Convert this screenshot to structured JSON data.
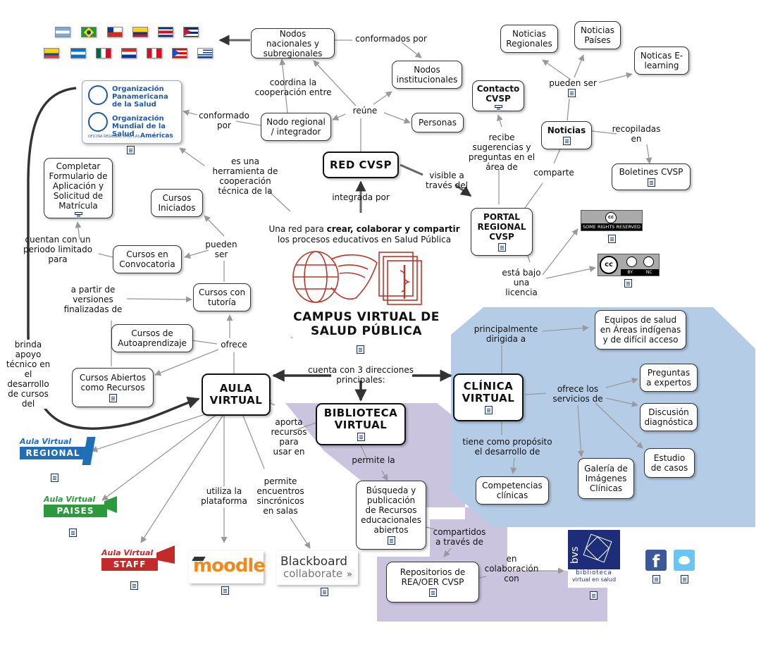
{
  "center": {
    "title_line1": "CAMPUS VIRTUAL DE",
    "title_line2": "SALUD PÚBLICA",
    "tagline_pre": "Una red para ",
    "tagline_bold": "crear, colaborar y compartir",
    "tagline_post": "los procesos educativos en Salud Pública"
  },
  "nodes": {
    "nodos_nac": "Nodos nacionales y subregionales",
    "nodos_inst": "Nodos institucionales",
    "personas": "Personas",
    "nodo_regional": "Nodo regional / integrador",
    "red": "RED CVSP",
    "noticias_reg": "Noticias Regionales",
    "noticias_paises": "Noticias Países",
    "noticias_el": "Noticas E-learning",
    "contacto": "Contacto CVSP",
    "noticias": "Noticias",
    "boletines": "Boletines CVSP",
    "portal": "PORTAL REGIONAL CVSP",
    "completar": "Completar Formulario de Aplicación y Solicitud de Matrícula",
    "cursos_ini": "Cursos Iniciados",
    "cursos_conv": "Cursos en Convocatoria",
    "cursos_tut": "Cursos con tutoría",
    "cursos_auto": "Cursos de Autoaprendizaje",
    "cursos_abiertos": "Cursos Abiertos como Recursos",
    "aula": "AULA VIRTUAL",
    "biblioteca": "BIBLIOTECA VIRTUAL",
    "clinica": "CLÍNICA VIRTUAL",
    "equipos": "Equipos de salud en Áreas indígenas y de difícil acceso",
    "preguntas": "Preguntas a expertos",
    "discusion": "Discusión diagnóstica",
    "estudio": "Estudio de casos",
    "galeria": "Galería de Imágenes Clínicas",
    "competencias": "Competencias clínicas",
    "busqueda": "Búsqueda y publicación de Recursos educacionales abiertos",
    "repositorios": "Repositorios de REA/OER CVSP"
  },
  "labels": {
    "conformados": "conformados por",
    "coordina": "coordina la cooperación entre",
    "conformado": "conformado por",
    "reune": "reúne",
    "herramienta": "es una herramienta de cooperación técnica de la",
    "integrada": "integrada por",
    "visible": "visible a través del",
    "pueden_ser_noticias": "pueden ser",
    "recibe": "recibe sugerencias y preguntas en el área de",
    "recopiladas": "recopiladas en",
    "comparte": "comparte",
    "licencia": "está bajo una licencia",
    "cuentan": "cuentan con un periodo limitado para",
    "pueden_ser_cursos": "pueden ser",
    "a_partir": "a partir de versiones finalizadas de",
    "ofrece": "ofrece",
    "brinda": "brinda apoyo técnico en el desarrollo de cursos del",
    "cuenta": "cuenta con 3 direcciones principales:",
    "aporta": "aporta recursos para usar en",
    "permite_la": "permite la",
    "utiliza": "utiliza la plataforma",
    "permite_enc": "permite encuentros sincrónicos en salas",
    "compartidos": "compartidos a través de",
    "colaboracion": "en colaboración con",
    "principalmente": "principalmente dirigida a",
    "ofrece_serv": "ofrece los servicios de",
    "proposito": "tiene como propósito el desarrollo de"
  },
  "logos": {
    "ops_line1": "Organización",
    "ops_line2": "Panamericana",
    "ops_line3": "de la Salud",
    "oms_line1": "Organización",
    "oms_line2": "Mundial de la Salud",
    "oms_small": "OFICINA REGIONAL PARA LAS",
    "oms_americas": "Américas",
    "aula_regional_top": "Aula Virtual",
    "aula_regional_bottom": "REGIONAL",
    "aula_paises_top": "Aula Virtual",
    "aula_paises_bottom": "PAISES",
    "aula_staff_top": "Aula Virtual",
    "aula_staff_bottom": "STAFF",
    "moodle": "moodle",
    "bb_line1": "Blackboard",
    "bb_line2": "collaborate",
    "bvs": "bvs",
    "bvs_sub1": "biblioteca",
    "bvs_sub2": "virtual en salud",
    "cc_text": "SOME RIGHTS RESERVED",
    "cc_by": "BY",
    "cc_nc": "NC",
    "facebook": "f"
  },
  "colors": {
    "blue_region": "#b4cce6",
    "purple_region": "#cbc4de",
    "ops_blue": "#1e5aa8",
    "aula_regional": "#1f6fb8",
    "aula_paises": "#2a9a3a",
    "aula_staff": "#c42a2a",
    "moodle_orange": "#f08a1c",
    "logo_red": "#b8372a"
  }
}
